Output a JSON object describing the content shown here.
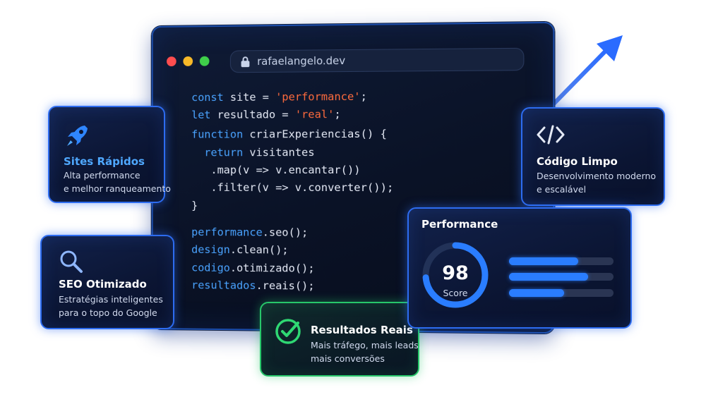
{
  "browser": {
    "url": "rafaelangelo.dev",
    "code_lines": [
      {
        "parts": [
          {
            "t": "const site = ",
            "c": "fn"
          },
          {
            "t": "'performance'",
            "c": "str"
          },
          {
            "t": ";",
            "c": "fn"
          }
        ]
      },
      {
        "parts": [
          {
            "t": "let resultado = ",
            "c": "fn"
          },
          {
            "t": "'real'",
            "c": "str"
          },
          {
            "t": ";",
            "c": "fn"
          }
        ]
      },
      {
        "parts": [
          {
            "t": "function criarExperiencias() {",
            "c": "fn"
          }
        ]
      },
      {
        "parts": [
          {
            "t": "  return visitantes",
            "c": "fn"
          }
        ]
      },
      {
        "parts": [
          {
            "t": "   .map(v => v.encantar())",
            "c": "fn"
          }
        ]
      },
      {
        "parts": [
          {
            "t": "   .filter(v => v.converter());",
            "c": "fn"
          }
        ]
      },
      {
        "parts": [
          {
            "t": "}",
            "c": "fn"
          }
        ]
      },
      {
        "parts": [
          {
            "t": "performance",
            "c": "obj"
          },
          {
            "t": ".seo();",
            "c": "fn"
          }
        ]
      },
      {
        "parts": [
          {
            "t": "design",
            "c": "obj"
          },
          {
            "t": ".clean();",
            "c": "fn"
          }
        ]
      },
      {
        "parts": [
          {
            "t": "codigo",
            "c": "obj"
          },
          {
            "t": ".otimizado();",
            "c": "fn"
          }
        ]
      },
      {
        "parts": [
          {
            "t": "resultados",
            "c": "obj"
          },
          {
            "t": ".reais();",
            "c": "fn"
          }
        ]
      }
    ]
  },
  "cards": {
    "sites": {
      "icon": "rocket-icon",
      "title": "Sites Rápidos",
      "desc": "Alta performance\ne melhor ranqueamento"
    },
    "seo": {
      "icon": "search-icon",
      "title": "SEO Otimizado",
      "desc": "Estratégias inteligentes\npara o topo do Google"
    },
    "code": {
      "icon": "code-icon",
      "title": "Código Limpo",
      "desc": "Desenvolvimento moderno\ne escalável"
    },
    "results": {
      "icon": "check-circle-icon",
      "title": "Resultados Reais",
      "desc": "Mais tráfego, mais leads,\nmais conversões"
    }
  },
  "performance": {
    "title": "Performance",
    "score": "98",
    "score_label": "Score",
    "score_fraction": 0.98,
    "bars": [
      0.66,
      0.76,
      0.53
    ]
  },
  "colors": {
    "accent": "#2a7dff",
    "success": "#27c76a",
    "string": "#ff6b3d",
    "keyword": "#4aa3ff"
  }
}
